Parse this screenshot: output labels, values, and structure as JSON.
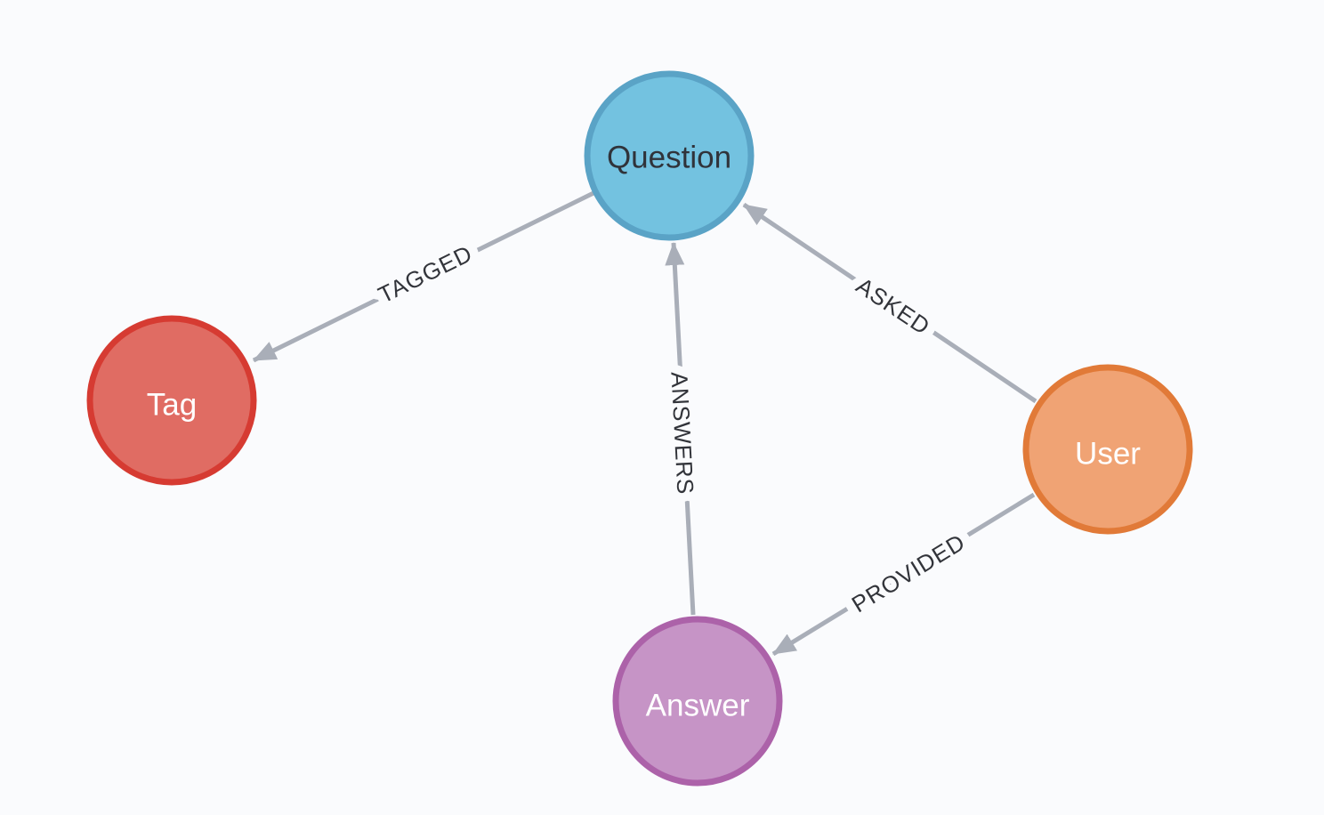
{
  "page": {
    "background": "#FAFBFD"
  },
  "graph": {
    "colors": {
      "relationship": "#A9AEB8",
      "relationship_label": "#32343A"
    },
    "nodes": [
      {
        "id": "question",
        "label": "Question",
        "fill": "#73C2E0",
        "stroke": "#5AA3C6",
        "text_color": "#30333A"
      },
      {
        "id": "tag",
        "label": "Tag",
        "fill": "#E06C63",
        "stroke": "#D63B32",
        "text_color": "#FFFFFF"
      },
      {
        "id": "user",
        "label": "User",
        "fill": "#F0A374",
        "stroke": "#E17A38",
        "text_color": "#FFFFFF"
      },
      {
        "id": "answer",
        "label": "Answer",
        "fill": "#C694C6",
        "stroke": "#AC62A9",
        "text_color": "#FFFFFF"
      }
    ],
    "relationships": [
      {
        "type": "TAGGED",
        "from": "Question",
        "to": "Tag"
      },
      {
        "type": "ASKED",
        "from": "User",
        "to": "Question"
      },
      {
        "type": "ANSWERS",
        "from": "Answer",
        "to": "Question"
      },
      {
        "type": "PROVIDED",
        "from": "User",
        "to": "Answer"
      }
    ]
  }
}
